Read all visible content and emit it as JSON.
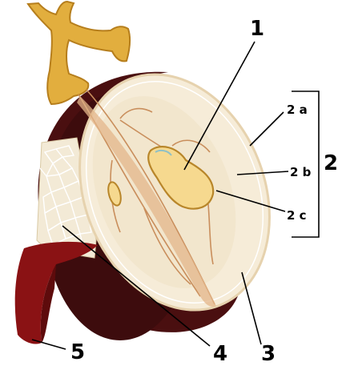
{
  "labels": {
    "l1": "1",
    "l2": "2",
    "l2a": "2 a",
    "l2b": "2 b",
    "l2c": "2 c",
    "l3": "3",
    "l4": "4",
    "l5": "5"
  },
  "colors": {
    "skin": "#4a0f10",
    "skin_dark": "#2e0809",
    "flesh": "#f6ecd8",
    "flesh_inner": "#efe1c4",
    "stalk": "#e2ae3e",
    "stalk_shadow": "#b67e1c",
    "seed": "#f6d98f",
    "seed_outline": "#b8862a",
    "peel": "#8a1214",
    "bundle": "#d8a07a"
  }
}
